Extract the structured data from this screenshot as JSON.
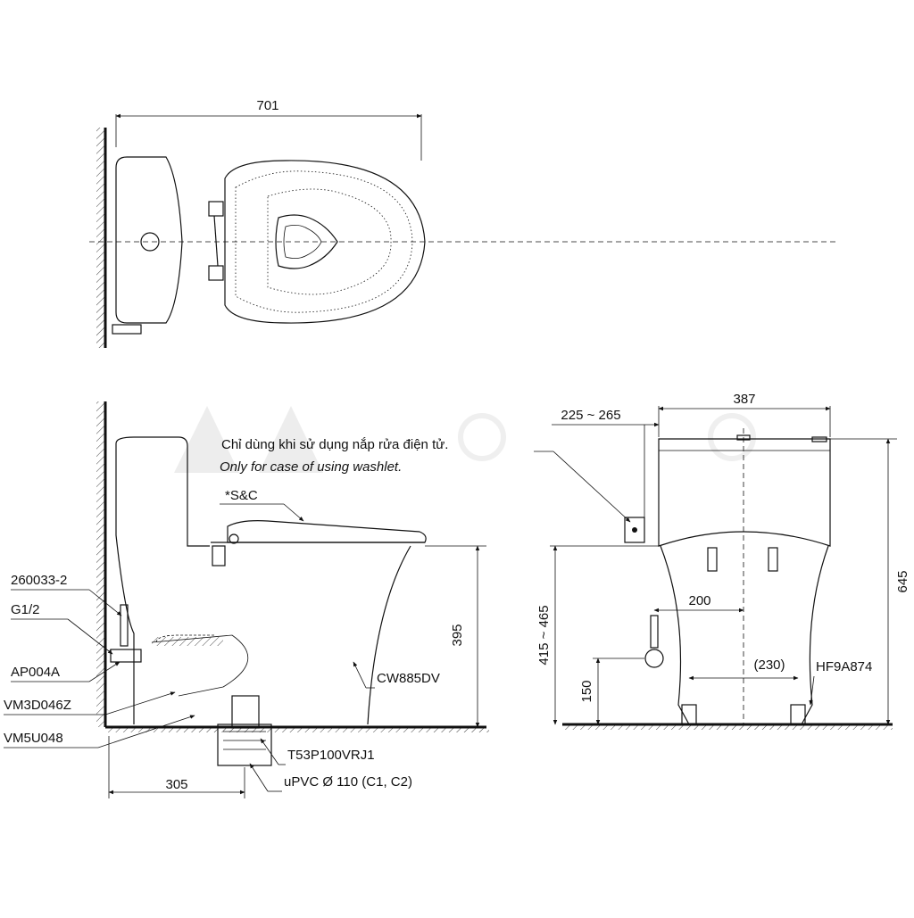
{
  "dimensions": {
    "top_width": "701",
    "side_depth": "305",
    "side_seat_height": "395",
    "front_width": "387",
    "front_tap_range": "225 ~ 265",
    "front_height": "645",
    "front_inlet_range": "415 ~ 465",
    "front_inlet_low": "150",
    "front_center_offset": "200",
    "front_feet_span": "(230)"
  },
  "note": {
    "vi": "Chỉ dùng khi sử dụng nắp rửa điện tử.",
    "en": "Only for case of using washlet."
  },
  "parts": {
    "sc": "*S&C",
    "p260033": "260033-2",
    "g12": "G1/2",
    "ap004a": "AP004A",
    "vm3d046z": "VM3D046Z",
    "vm5u048": "VM5U048",
    "cw885dv": "CW885DV",
    "t53p100vrj1": "T53P100VRJ1",
    "upvc": "uPVC Ø 110 (C1, C2)",
    "hf9a874": "HF9A874"
  }
}
